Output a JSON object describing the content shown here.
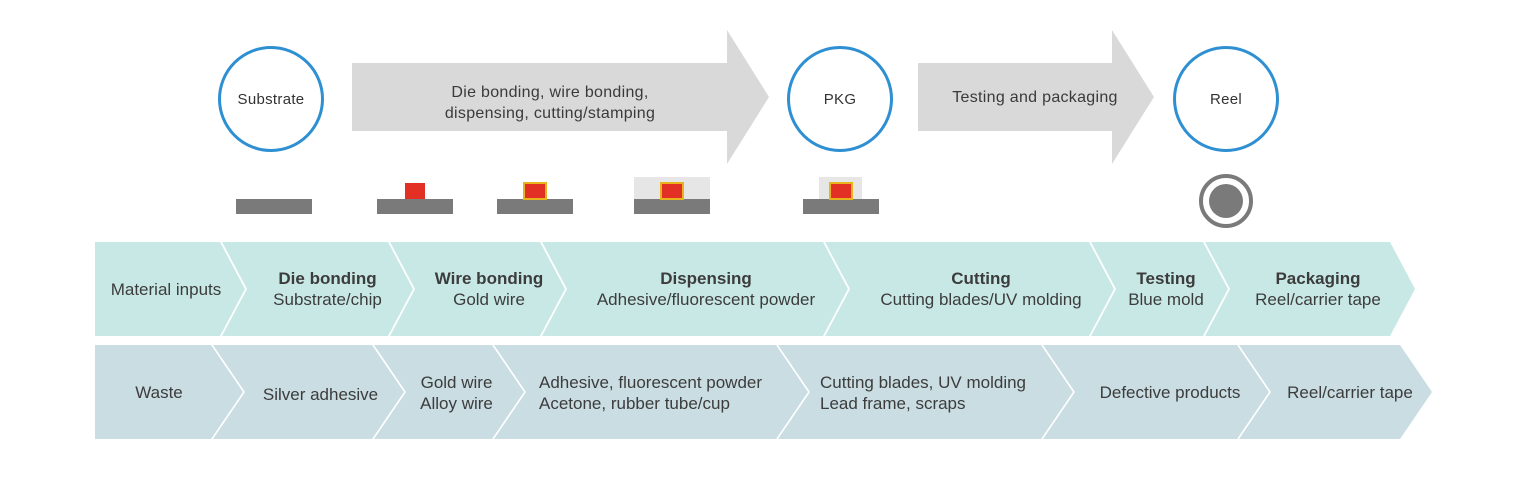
{
  "top_flow": {
    "substrate": "Substrate",
    "arrow1_line1": "Die bonding, wire bonding,",
    "arrow1_line2": "dispensing, cutting/stamping",
    "pkg": "PKG",
    "arrow2": "Testing and packaging",
    "reel": "Reel"
  },
  "inputs_row": {
    "label": "Material inputs",
    "steps": [
      {
        "title": "Die bonding",
        "detail": "Substrate/chip"
      },
      {
        "title": "Wire bonding",
        "detail": "Gold wire"
      },
      {
        "title": "Dispensing",
        "detail": "Adhesive/fluorescent powder"
      },
      {
        "title": "Cutting",
        "detail": "Cutting blades/UV molding"
      },
      {
        "title": "Testing",
        "detail": "Blue mold"
      },
      {
        "title": "Packaging",
        "detail": "Reel/carrier tape"
      }
    ]
  },
  "waste_row": {
    "label": "Waste",
    "steps": [
      {
        "line1": "Silver adhesive"
      },
      {
        "line1": "Gold wire",
        "line2": "Alloy wire"
      },
      {
        "line1": "Adhesive, fluorescent powder",
        "line2": "Acetone, rubber tube/cup"
      },
      {
        "line1": "Cutting blades, UV molding",
        "line2": "Lead frame, scraps"
      },
      {
        "line1": "Defective products"
      },
      {
        "line1": "Reel/carrier tape"
      }
    ]
  },
  "colors": {
    "circle_border": "#2e8fd2",
    "arrow_fill": "#d9d9d9",
    "inputs_fill": "#c8e8e6",
    "waste_fill": "#c9dde2",
    "substrate_bar": "#7a7a7a",
    "chip": "#e23024",
    "dispense_box": "#e6e6e6"
  }
}
